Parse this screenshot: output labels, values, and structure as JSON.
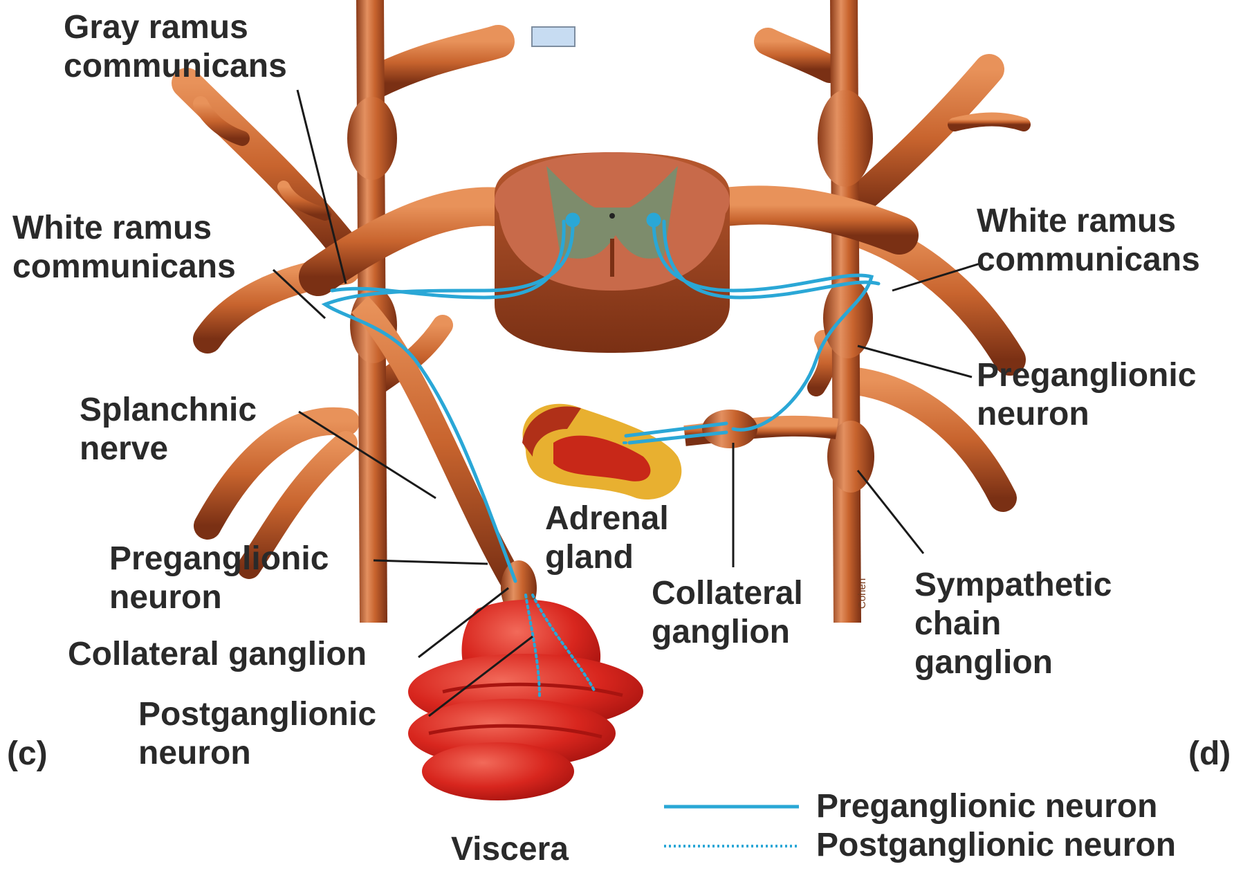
{
  "labels": {
    "gray_ramus": [
      "Gray ramus",
      "communicans"
    ],
    "white_ramus_left": [
      "White ramus",
      "communicans"
    ],
    "white_ramus_right": [
      "White ramus",
      "communicans"
    ],
    "splanchnic_nerve": [
      "Splanchnic",
      "nerve"
    ],
    "preganglionic_left": [
      "Preganglionic",
      "neuron"
    ],
    "preganglionic_right": [
      "Preganglionic",
      "neuron"
    ],
    "collateral_ganglion_left": "Collateral ganglion",
    "collateral_ganglion_right": [
      "Collateral",
      "ganglion"
    ],
    "postganglionic": [
      "Postganglionic",
      "neuron"
    ],
    "adrenal_gland": [
      "Adrenal",
      "gland"
    ],
    "sympathetic_chain": [
      "Sympathetic",
      "chain",
      "ganglion"
    ],
    "viscera": "Viscera",
    "panel_c": "(c)",
    "panel_d": "(d)"
  },
  "legend": {
    "preganglionic": "Preganglionic neuron",
    "postganglionic": "Postganglionic neuron"
  },
  "artist_signature": "Cohen",
  "colors": {
    "nerve": "#c8642e",
    "nerve_highlight": "#e8925a",
    "nerve_shadow": "#8a3a18",
    "neuron_line": "#2aa7d6",
    "gray_matter": "#7d8c6c",
    "cord": "#c86a4a",
    "adrenal_cortex": "#e8b030",
    "adrenal_medulla": "#c82818",
    "viscera": "#d8261e"
  }
}
